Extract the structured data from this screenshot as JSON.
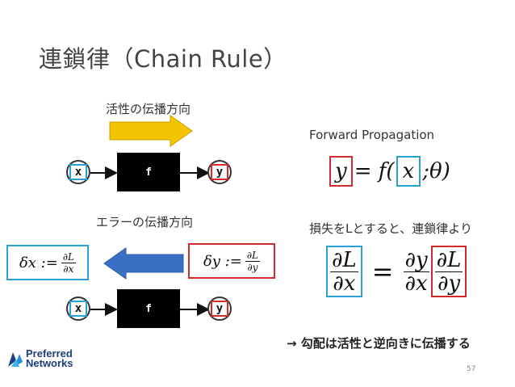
{
  "slide": {
    "title": "連鎖律（Chain Rule）",
    "forward_flow_label": "活性の伝播方向",
    "backward_flow_label": "エラーの伝播方向",
    "forward_propagation_label": "Forward Propagation",
    "chain_rule_intro": "損失をLとすると、連鎖律より",
    "conclusion": "→ 勾配は活性と逆向きに伝播する",
    "page_number": "57"
  },
  "graph_forward": {
    "input": "x",
    "function": "f",
    "output": "y"
  },
  "graph_backward": {
    "input": "x",
    "function": "f",
    "output": "y"
  },
  "formulas": {
    "delta_x": {
      "lhs": "δx :=",
      "num": "∂L",
      "den": "∂x"
    },
    "delta_y": {
      "lhs": "δy :=",
      "num": "∂L",
      "den": "∂y"
    },
    "forward": {
      "y": "y",
      "eq": "= f(",
      "x": "x",
      "rest": ";θ)"
    },
    "chain": {
      "lhs_num": "∂L",
      "lhs_den": "∂x",
      "eq": "=",
      "mid_num": "∂y",
      "mid_den": "∂x",
      "rhs_num": "∂L",
      "rhs_den": "∂y"
    }
  },
  "logo": {
    "line1": "Preferred",
    "line2": "Networks"
  },
  "colors": {
    "forward_arrow": "#f5c400",
    "backward_arrow": "#3a6fc4",
    "cyan": "#2aa0d8",
    "red": "#d22b2b"
  }
}
